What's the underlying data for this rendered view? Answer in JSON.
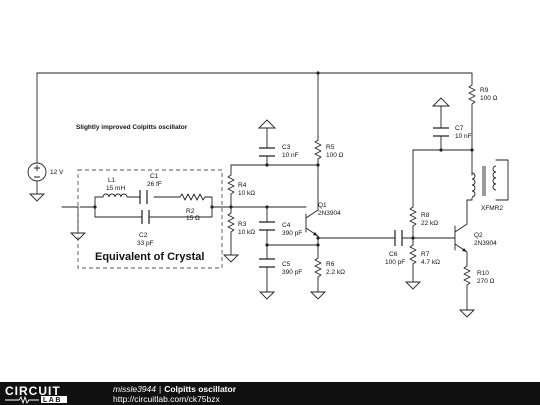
{
  "schematic": {
    "note": "Slightly improved Colpitts oscillator",
    "crystal_box_label": "Equivalent of Crystal",
    "supply": {
      "value": "12 V"
    },
    "components": [
      {
        "id": "l1",
        "name": "L1",
        "value": "15 mH"
      },
      {
        "id": "c1",
        "name": "C1",
        "value": "26 fF"
      },
      {
        "id": "r2",
        "name": "R2",
        "value": "15 Ω"
      },
      {
        "id": "c2",
        "name": "C2",
        "value": "33 pF"
      },
      {
        "id": "r4",
        "name": "R4",
        "value": "10 kΩ"
      },
      {
        "id": "r3",
        "name": "R3",
        "value": "10 kΩ"
      },
      {
        "id": "c3",
        "name": "C3",
        "value": "10 nF"
      },
      {
        "id": "c4",
        "name": "C4",
        "value": "390 pF"
      },
      {
        "id": "c5",
        "name": "C5",
        "value": "390 pF"
      },
      {
        "id": "r5",
        "name": "R5",
        "value": "100 Ω"
      },
      {
        "id": "q1",
        "name": "Q1",
        "value": "2N3904"
      },
      {
        "id": "r6",
        "name": "R6",
        "value": "2.2 kΩ"
      },
      {
        "id": "c6",
        "name": "C6",
        "value": "100 pF"
      },
      {
        "id": "r8",
        "name": "R8",
        "value": "22 kΩ"
      },
      {
        "id": "r7",
        "name": "R7",
        "value": "4.7 kΩ"
      },
      {
        "id": "c7",
        "name": "C7",
        "value": "10 nF"
      },
      {
        "id": "r9",
        "name": "R9",
        "value": "100 Ω"
      },
      {
        "id": "q2",
        "name": "Q2",
        "value": "2N3904"
      },
      {
        "id": "r10",
        "name": "R10",
        "value": "270 Ω"
      },
      {
        "id": "xfmr2",
        "name": "XFMR2",
        "value": ""
      }
    ]
  },
  "footer": {
    "brand": "CIRCUIT LAB",
    "user": "missle3944",
    "separator": "|",
    "circuit_name": "Colpitts oscillator",
    "url": "http://circuitlab.com/ck75bzx"
  }
}
